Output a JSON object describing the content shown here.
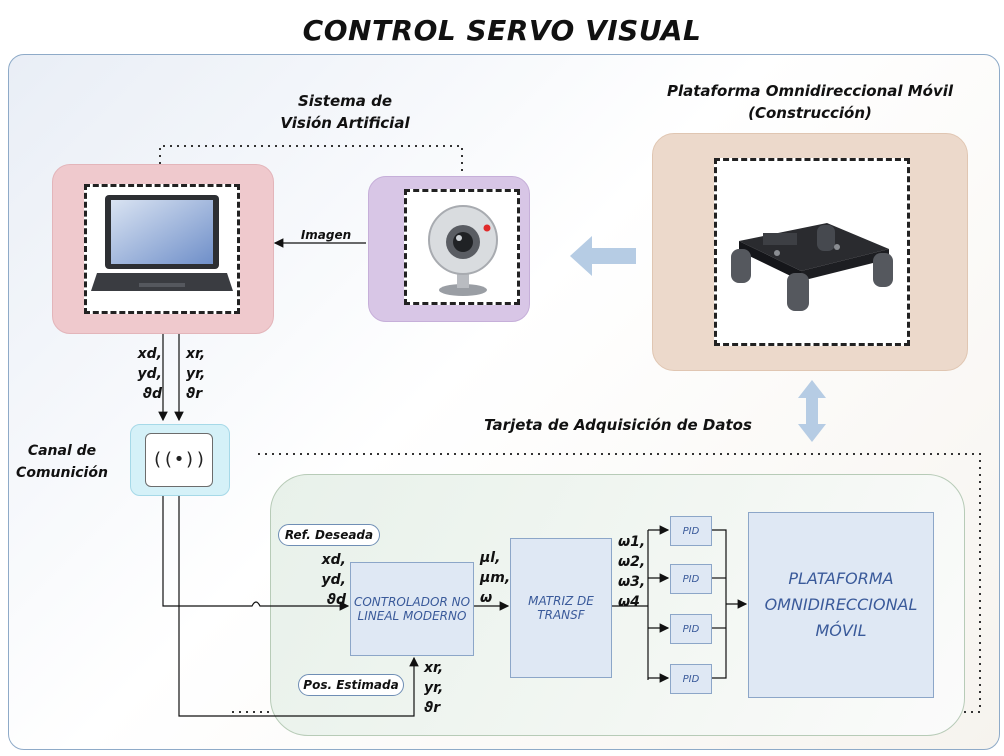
{
  "title": "CONTROL SERVO VISUAL",
  "vision_system_label": "Sistema de\nVisión Artificial",
  "platform_label": "Plataforma Omnidireccional Móvil\n(Construcción)",
  "image_arrow_label": "Imagen",
  "daq_label": "Tarjeta de Adquisición de Datos",
  "channel_label": "Canal de\nComunición",
  "laptop_out_left": [
    "xd,",
    "yd,",
    "ϑd"
  ],
  "laptop_out_right": [
    "xr,",
    "yr,",
    "ϑr"
  ],
  "ref_pill": "Ref. Deseada",
  "pos_pill": "Pos. Estimada",
  "ref_vars": [
    "xd,",
    "yd,",
    "ϑd"
  ],
  "pos_vars": [
    "xr,",
    "yr,",
    "ϑr"
  ],
  "controller_label": "CONTROLADOR NO\nLINEAL MODERNO",
  "ctrl_out_vars": [
    "µl,",
    "µm,",
    "ω"
  ],
  "matrix_label": "MATRIZ DE\nTRANSF",
  "omega_vars": [
    "ω1,",
    "ω2,",
    "ω3,",
    "ω4"
  ],
  "pid_label": "PID",
  "platform_block_label": "PLATAFORMA\nOMNIDIRECCIONAL\nMÓVIL",
  "icons": [
    "laptop-icon",
    "webcam-icon",
    "robot-platform-icon",
    "wireless-signal-icon"
  ],
  "colors": {
    "pink": "#efc9cd",
    "purple": "#d8c6e6",
    "peach": "#ecd9cb",
    "channel": "#d5f1f8",
    "arrow_blue": "#b6cce4",
    "block_blue": "#dfe8f4",
    "block_text": "#3a5a9a"
  }
}
